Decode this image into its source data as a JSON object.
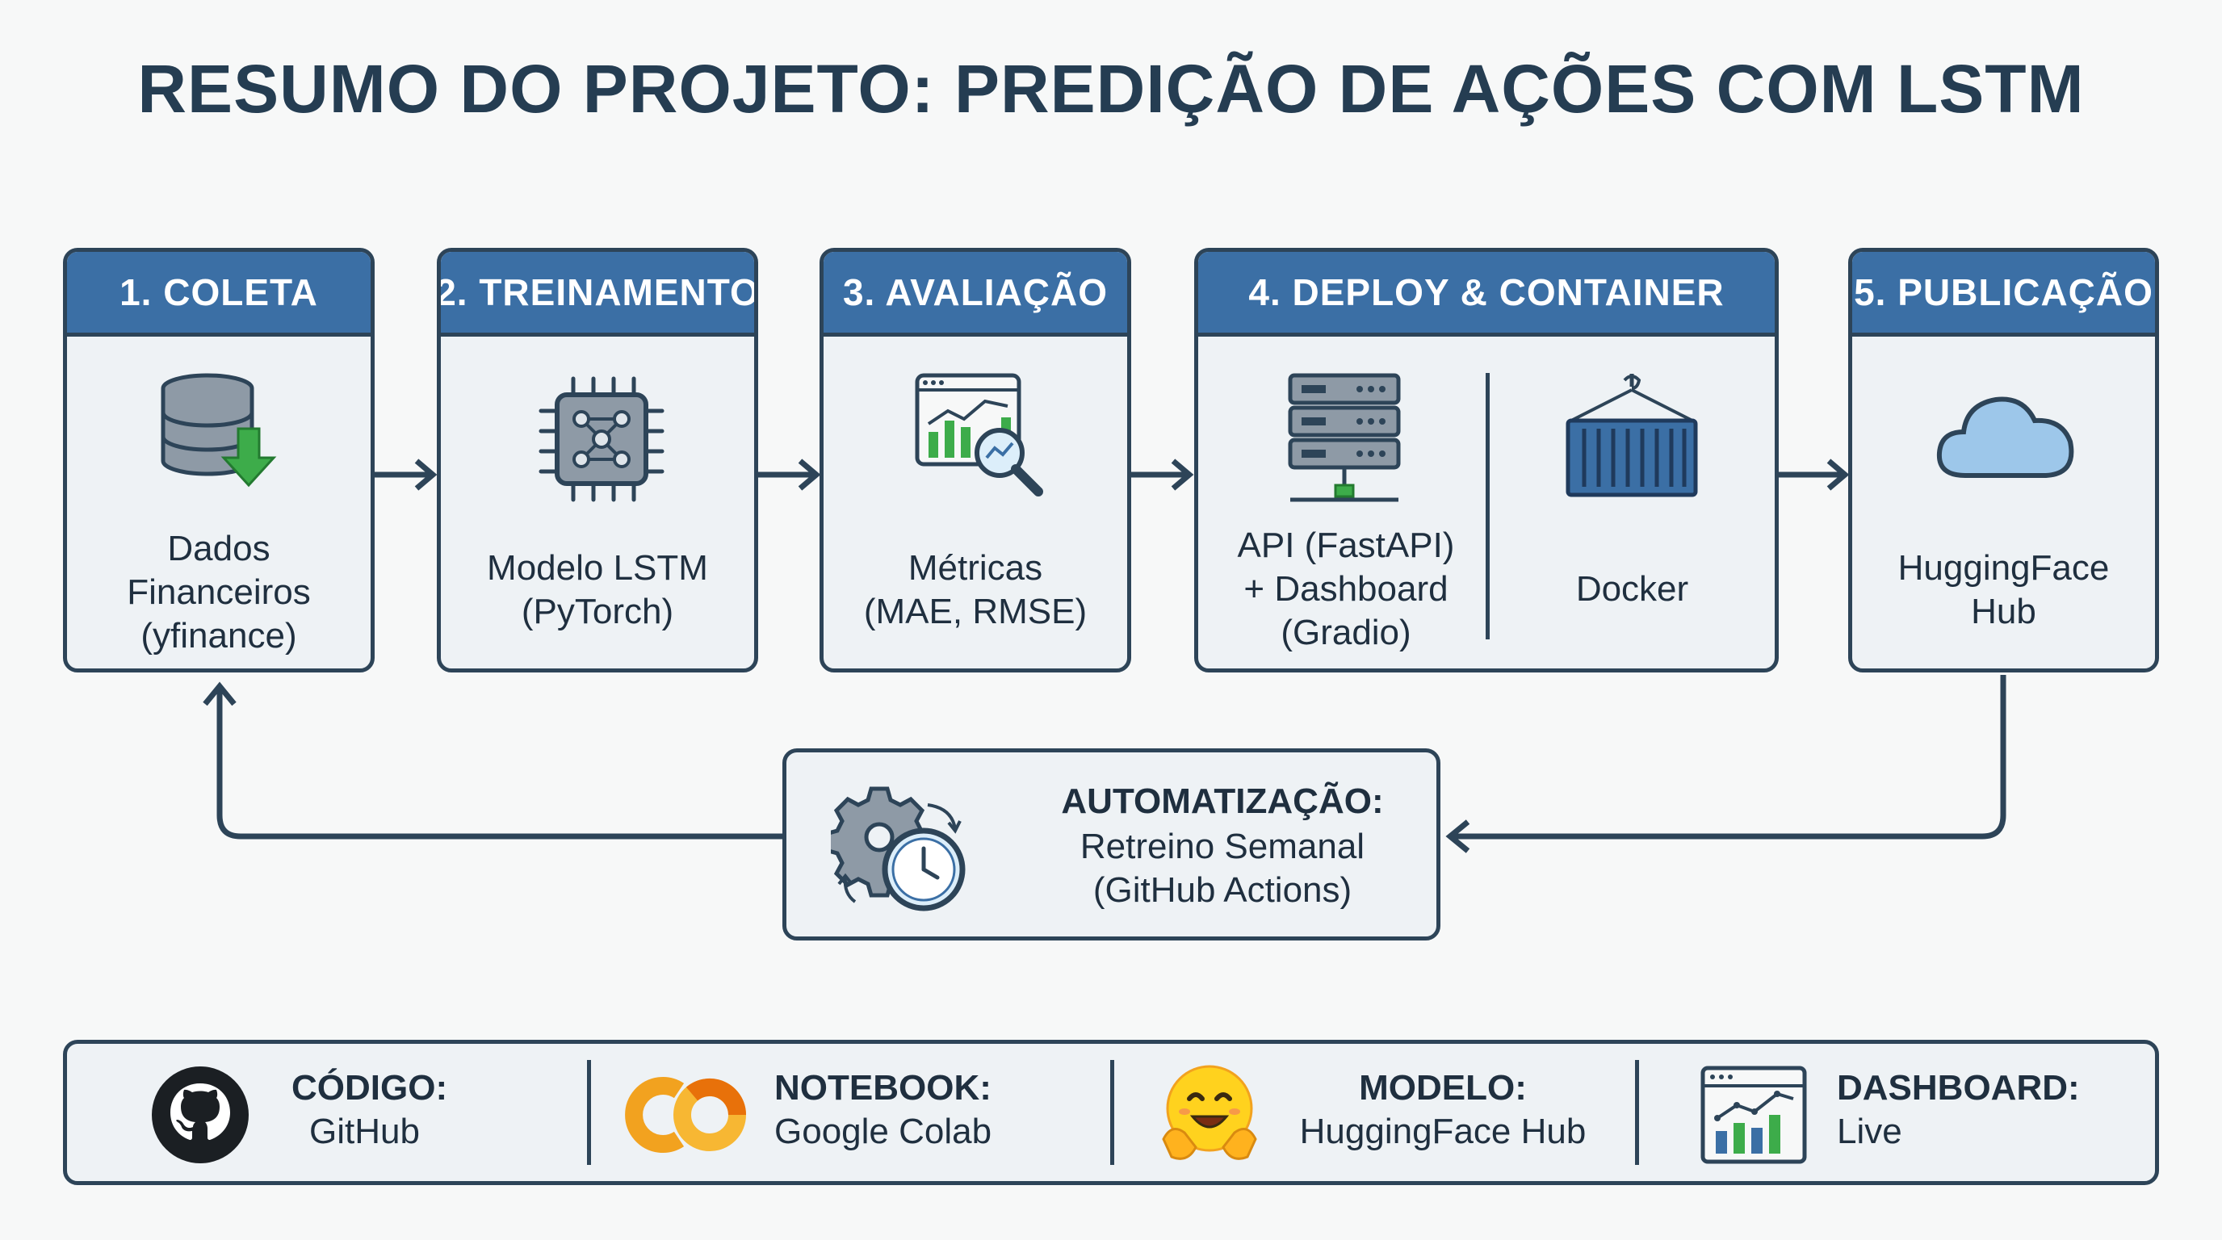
{
  "title": "RESUMO DO PROJETO: PREDIÇÃO DE AÇÕES COM LSTM",
  "stages": [
    {
      "header": "1. COLETA",
      "label": "Dados\nFinanceiros\n(yfinance)",
      "icon": "database-download-icon"
    },
    {
      "header": "2. TREINAMENTO",
      "label": "Modelo LSTM\n(PyTorch)",
      "icon": "neural-chip-icon"
    },
    {
      "header": "3. AVALIAÇÃO",
      "label": "Métricas\n(MAE, RMSE)",
      "icon": "chart-magnifier-icon"
    },
    {
      "header": "4. DEPLOY & CONTAINER",
      "label_left": "API (FastAPI)\n+ Dashboard\n(Gradio)",
      "label_right": "Docker",
      "icon_left": "server-rack-icon",
      "icon_right": "shipping-container-icon"
    },
    {
      "header": "5. PUBLICAÇÃO",
      "label": "HuggingFace\nHub",
      "icon": "cloud-icon"
    }
  ],
  "automation": {
    "title": "AUTOMATIZAÇÃO:",
    "line1": "Retreino Semanal",
    "line2": "(GitHub Actions)",
    "icon": "gear-clock-icon"
  },
  "footer": [
    {
      "label": "CÓDIGO:",
      "value": "GitHub",
      "icon": "github-icon"
    },
    {
      "label": "NOTEBOOK:",
      "value": "Google Colab",
      "icon": "colab-icon"
    },
    {
      "label": "MODELO:",
      "value": "HuggingFace Hub",
      "icon": "hugging-face-icon"
    },
    {
      "label": "DASHBOARD:",
      "value": "Live",
      "icon": "dashboard-chart-icon"
    }
  ],
  "colors": {
    "header": "#3b6fa5",
    "border": "#2d4458",
    "panel": "#eef2f5",
    "arrow": "#2d4458"
  }
}
